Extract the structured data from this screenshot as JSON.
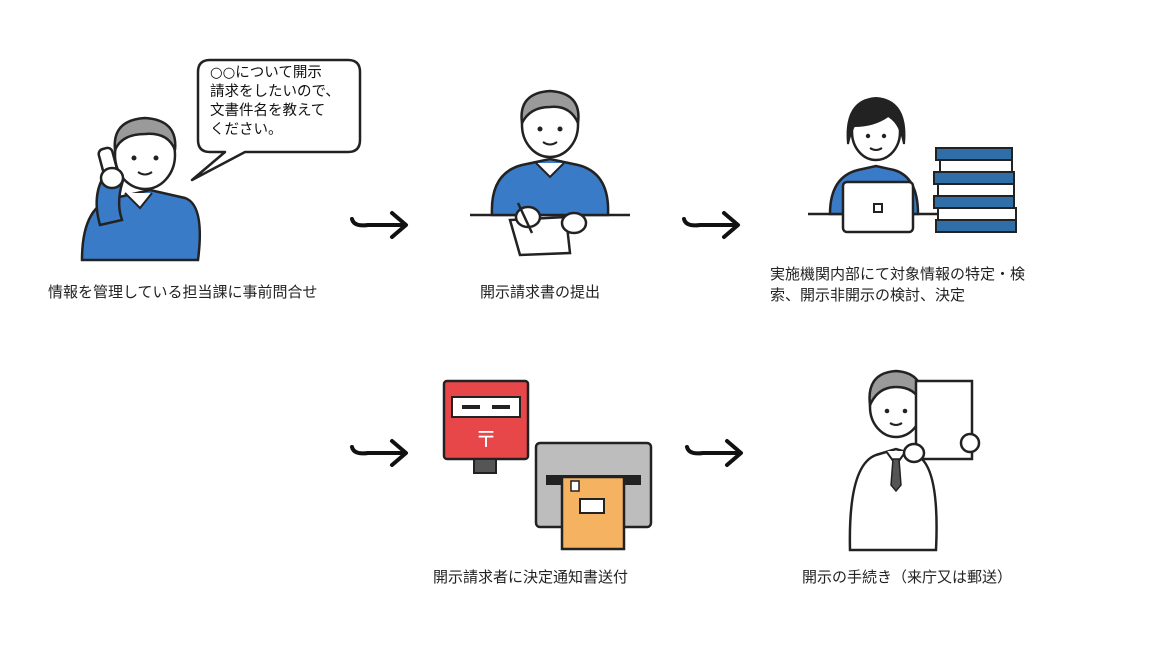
{
  "speech_bubble": {
    "lines": [
      "○○について開示",
      "請求をしたいので、",
      "文書件名を教えて",
      "ください。"
    ]
  },
  "steps": [
    {
      "caption": "情報を管理している担当課に事前問合せ"
    },
    {
      "caption": "開示請求書の提出"
    },
    {
      "caption_lines": [
        "実施機関内部にて対象情報の特定・検",
        "索、開示非開示の検討、決定"
      ]
    },
    {
      "caption": "開示請求者に決定通知書送付"
    },
    {
      "caption": "開示の手続き（来庁又は郵送）"
    }
  ],
  "colors": {
    "outline": "#222222",
    "shirt_blue": "#3a7bc8",
    "skin": "#ffffff",
    "hair_gray": "#9a9a9a",
    "postbox_red": "#e8474a",
    "envelope_orange": "#f5b260",
    "printer_gray": "#bdbdbd",
    "books_blue": "#2f6ea6"
  }
}
